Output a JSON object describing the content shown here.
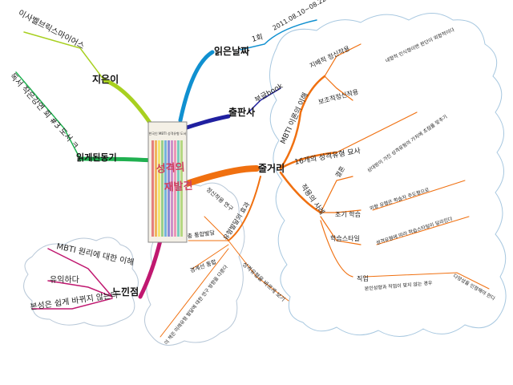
{
  "center": {
    "book_series": "한국인 MBTI 성격유형 도서",
    "title_line1": "성격의",
    "title_line2": "재발견",
    "cover_stripes": [
      "#e05a5a",
      "#f0a030",
      "#f4e04a",
      "#7cc46a",
      "#4aa0d8",
      "#6a6ad0",
      "#c070c0",
      "#e87aa8",
      "#50c0b0",
      "#a0d060"
    ]
  },
  "branches": {
    "author": {
      "label": "지은이",
      "color": "#a8d020",
      "items": [
        "이사벨브릭스마이어스"
      ]
    },
    "motive": {
      "label": "읽게된동기",
      "color": "#20b050",
      "items": [
        "독서 작은강연 회 #3 도서 ㅋ"
      ]
    },
    "date": {
      "label": "읽은날짜",
      "color": "#1090d0",
      "items": [
        "1회",
        "2011.08.10~08.22"
      ]
    },
    "publisher": {
      "label": "출판사",
      "color": "#2020a0",
      "items": [
        "부글book"
      ]
    },
    "summary": {
      "label": "줄거리",
      "color": "#f07010",
      "mbti": "MBTI 이론의 이해",
      "mbti_items": [
        "지배적 정신작용",
        "보조적정신작용"
      ],
      "mbti_note": "내향적 인식형이면 판단이 외향적이다",
      "types": "16개의 성격유형 묘사",
      "types_note": "상대방이 가진 성격유형의 가치에 초점을 맞추기",
      "examples": "적용의 사례",
      "examples_items": [
        "결혼",
        "조기 학습",
        "학습스타일",
        "직업"
      ],
      "learning_note": "외향 유형은 학습자 주도형으로",
      "style_note": "성격유형에 따라 학습스타일이 달라진다",
      "job_note": "본인성향과 직업이 맞지 않는 경우",
      "job_sub": "다양성을 인정해야 한다",
      "types_study": "유형발달의 효과",
      "study_items": [
        "정신작용 연구",
        "총 통합발달",
        "성격유형을 바르게 보기",
        "경계선 통합"
      ],
      "long_note": "이 책은 미래유형 발달에 대한 연구 방향을 다룬다"
    },
    "feelings": {
      "label": "느낀점",
      "color": "#c01870",
      "items": [
        "MBTI 원리에 대한 이해",
        "유익하다",
        "본성은 쉽게 바뀌지 않는다"
      ]
    }
  }
}
